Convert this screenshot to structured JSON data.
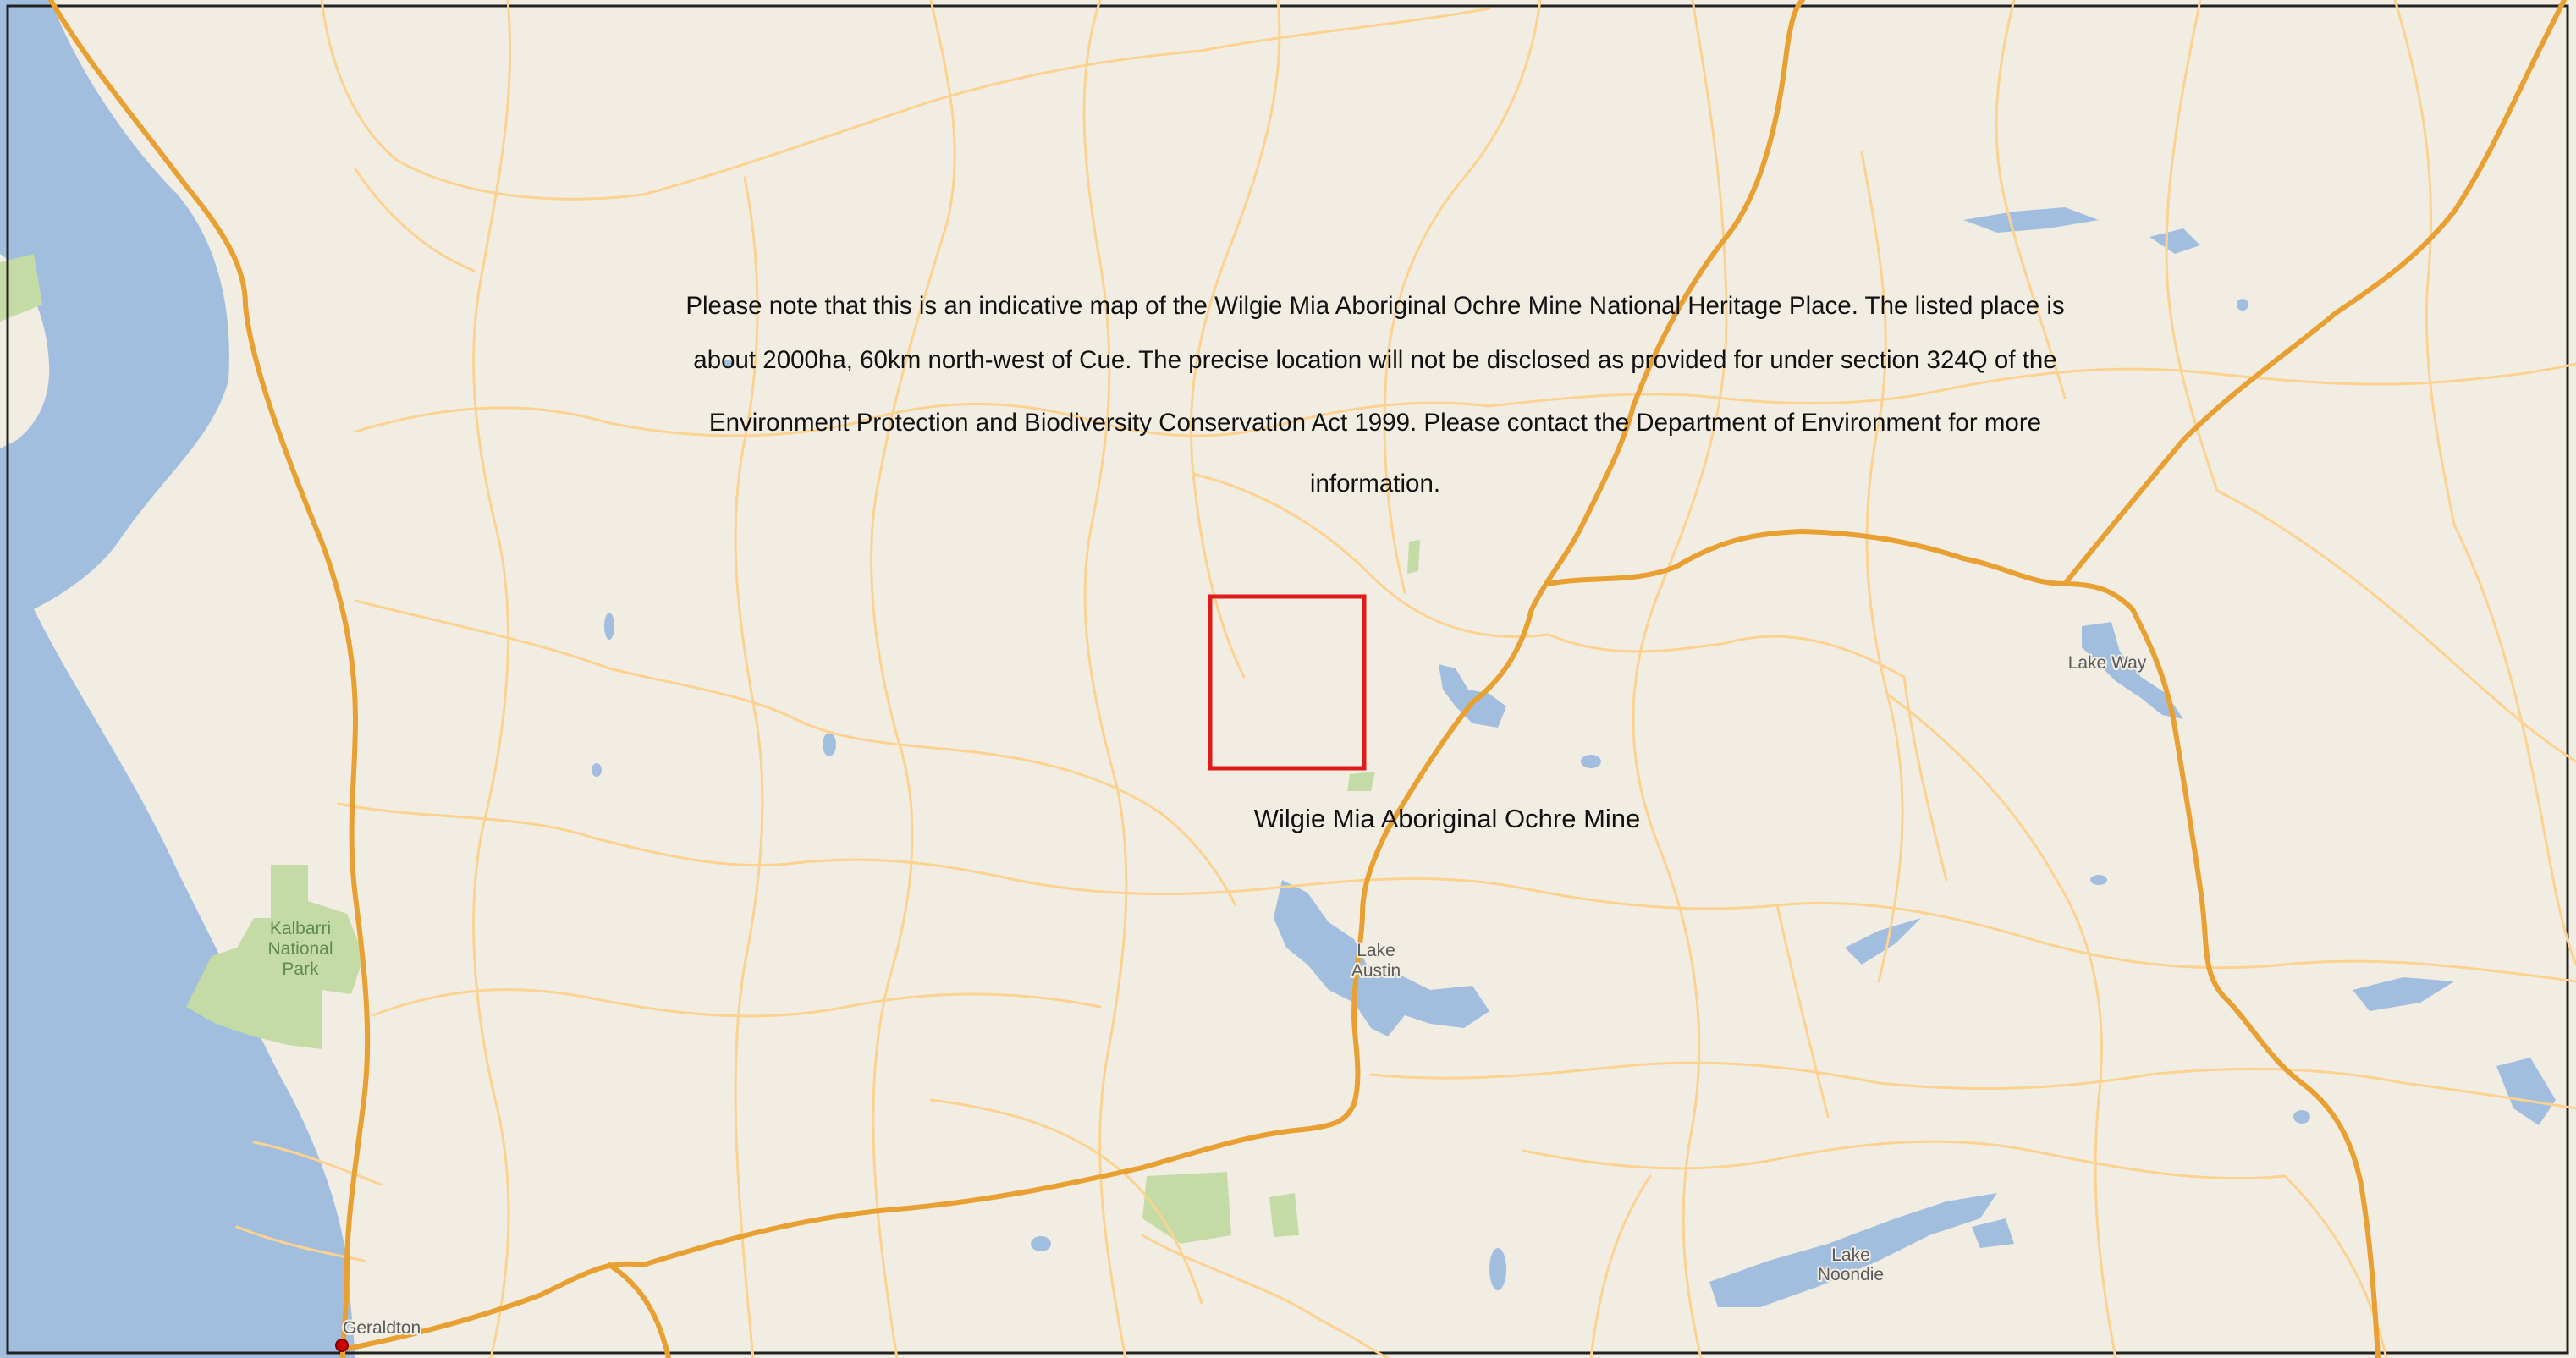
{
  "notice": {
    "lines": [
      "Please note that this is an indicative map of the Wilgie Mia Aboriginal Ochre Mine National Heritage Place. The listed place is",
      "about 2000ha, 60km north-west of Cue. The precise location will not be disclosed as provided for under section 324Q of the",
      "Environment Protection and Biodiversity Conservation Act 1999. Please contact the Department of Environment for more",
      "information."
    ]
  },
  "site": {
    "caption": "Wilgie Mia Aboriginal Ochre Mine",
    "highlight_color": "#e01b1b"
  },
  "labels": {
    "kalbarri": [
      "Kalbarri",
      "National",
      "Park"
    ],
    "lake_austin": [
      "Lake",
      "Austin"
    ],
    "lake_way": "Lake Way",
    "lake_noondie": [
      "Lake",
      "Noondie"
    ],
    "geraldton": "Geraldton"
  },
  "colors": {
    "land": "#f2ede3",
    "water": "#a2bede",
    "park": "#c5dba6",
    "major_road": "#e8a032",
    "minor_road": "#fbd290",
    "border": "#222222",
    "town_marker": "#cc0000"
  }
}
